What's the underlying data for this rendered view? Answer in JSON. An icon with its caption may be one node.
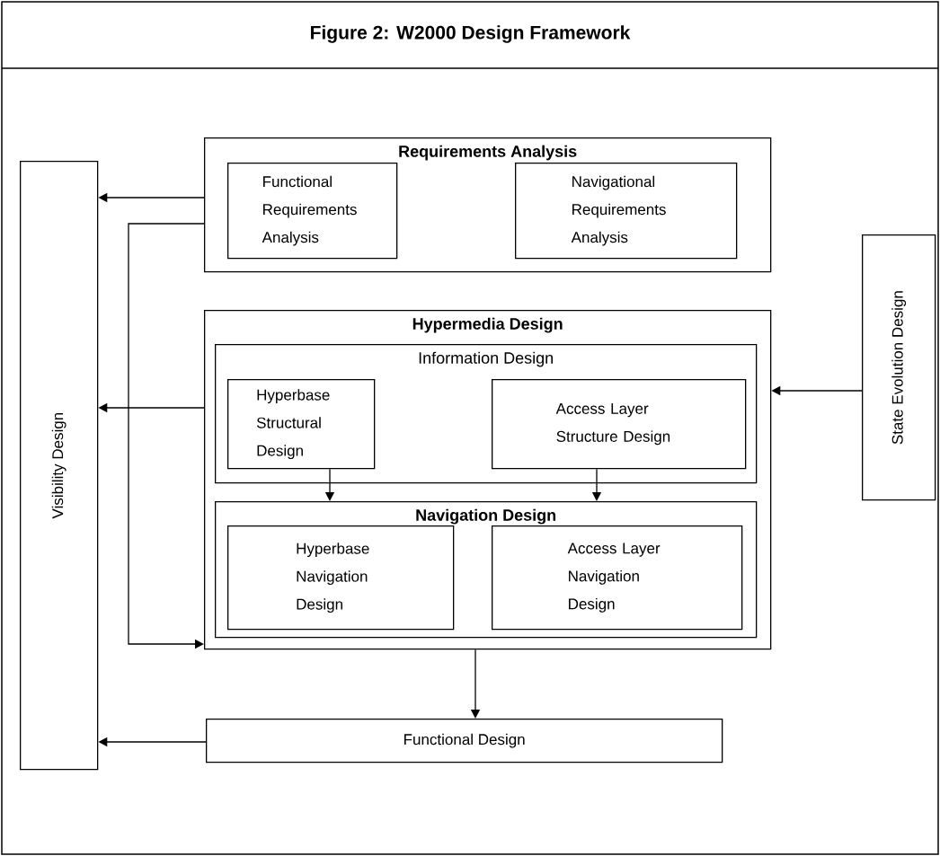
{
  "diagram": {
    "title": "Figure 2: W2000 Design Framework",
    "nodes": [
      {
        "text": [
          "Visibility Design"
        ]
      },
      {
        "text": [
          "Requirements Analysis"
        ]
      },
      {
        "text": [
          "Functional Requirements Analysis"
        ],
        "in": 1
      },
      {
        "text": [
          "Navigational Requirements Analysis"
        ],
        "in": 1
      },
      {
        "text": [
          "Hypermedia Design"
        ]
      },
      {
        "text": [
          "Information Design"
        ],
        "in": 4
      },
      {
        "text": [
          "Hyperbase Structural Design"
        ],
        "in": 5
      },
      {
        "text": [
          "Access Layer Structure Design"
        ],
        "in": 5
      },
      {
        "text": [
          "Navigation Design"
        ],
        "in": 4
      },
      {
        "text": [
          "Hyperbase Navigation Design"
        ],
        "in": 8
      },
      {
        "text": [
          "Access Layer Navigation Design"
        ],
        "in": 8
      },
      {
        "text": [
          "Functional Design"
        ]
      },
      {
        "text": [
          "State Evolution Design"
        ]
      }
    ],
    "edges": [
      {
        "from": 1,
        "to": 0,
        "arrow": "to"
      },
      {
        "from": 1,
        "to": 4,
        "arrow": "to"
      },
      {
        "from": 4,
        "to": 0,
        "arrow": "to"
      },
      {
        "from": 6,
        "to": 8,
        "arrow": "to"
      },
      {
        "from": 7,
        "to": 8,
        "arrow": "to"
      },
      {
        "from": 4,
        "to": 11,
        "arrow": "to"
      },
      {
        "from": 11,
        "to": 0,
        "arrow": "to"
      },
      {
        "from": 12,
        "to": 4,
        "arrow": "to"
      }
    ]
  }
}
